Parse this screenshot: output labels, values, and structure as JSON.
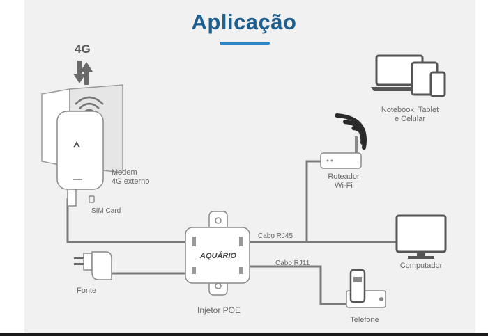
{
  "title": "Aplicação",
  "labels": {
    "band": "4G",
    "modem": "Modem\n4G externo",
    "sim": "SIM Card",
    "fonte": "Fonte",
    "injetor": "Injetor POE",
    "brand": "AQUÁRIO",
    "cabo_rj45": "Cabo RJ45",
    "cabo_rj11": "Cabo RJ11",
    "roteador": "Roteador\nWi-Fi",
    "notebook": "Notebook, Tablet\ne Celular",
    "computador": "Computador",
    "telefone": "Telefone"
  },
  "colors": {
    "title": "#1f5f8e",
    "accent": "#2d86c8",
    "lines": "#7a7a7a",
    "panel": "#f1f1f1"
  }
}
